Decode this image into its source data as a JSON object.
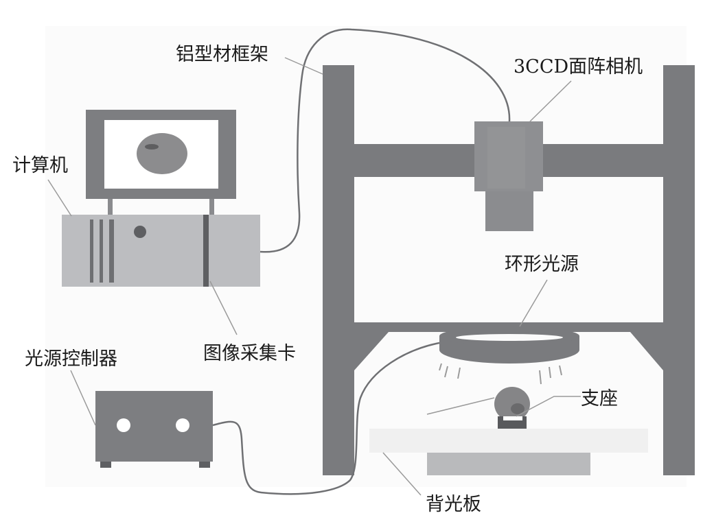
{
  "diagram": {
    "type": "machine-vision image acquisition system schematic",
    "colors": {
      "background": "#ffffff",
      "panel": "#fbfbfb",
      "frame": "#7a7b7e",
      "camera": "#8e8f92",
      "computer_case": "#bcbdc0",
      "monitor": "#7d7e81",
      "controller": "#7d7e81",
      "backlight": "#f0f0f0",
      "backlight_base": "#b9babc",
      "cable": "#6f7073",
      "leader_line": "#9a9a9a",
      "fruit": "#8a8a8a",
      "text": "#1a1a1a"
    },
    "labels": {
      "frame": "铝型材框架",
      "camera": "3CCD面阵相机",
      "computer": "计算机",
      "ring_light": "环形光源",
      "light_controller": "光源控制器",
      "capture_card": "图像采集卡",
      "support": "支座",
      "backlight": "背光板"
    }
  }
}
